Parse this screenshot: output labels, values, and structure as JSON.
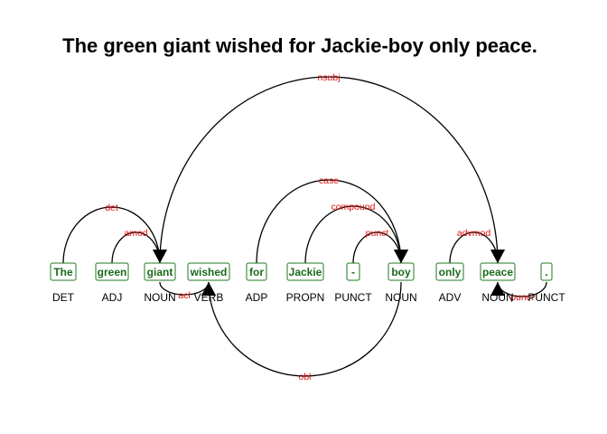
{
  "title": "The green giant wished for Jackie-boy only peace.",
  "tokens": [
    {
      "word": "The",
      "pos": "DET"
    },
    {
      "word": "green",
      "pos": "ADJ"
    },
    {
      "word": "giant",
      "pos": "NOUN"
    },
    {
      "word": "wished",
      "pos": "VERB"
    },
    {
      "word": "for",
      "pos": "ADP"
    },
    {
      "word": "Jackie",
      "pos": "PROPN"
    },
    {
      "word": "-",
      "pos": "PUNCT"
    },
    {
      "word": "boy",
      "pos": "NOUN"
    },
    {
      "word": "only",
      "pos": "ADV"
    },
    {
      "word": "peace",
      "pos": "NOUN"
    },
    {
      "word": ".",
      "pos": "PUNCT"
    }
  ],
  "arcs": [
    {
      "label": "nsubj",
      "from": 2,
      "to": 9,
      "side": "above"
    },
    {
      "label": "det",
      "from": 0,
      "to": 2,
      "side": "above"
    },
    {
      "label": "amod",
      "from": 1,
      "to": 2,
      "side": "above"
    },
    {
      "label": "case",
      "from": 4,
      "to": 7,
      "side": "above"
    },
    {
      "label": "compound",
      "from": 5,
      "to": 7,
      "side": "above"
    },
    {
      "label": "punct",
      "from": 6,
      "to": 7,
      "side": "above"
    },
    {
      "label": "advmod",
      "from": 8,
      "to": 9,
      "side": "above"
    },
    {
      "label": "acl",
      "from": 2,
      "to": 3,
      "side": "below"
    },
    {
      "label": "obl",
      "from": 7,
      "to": 3,
      "side": "below"
    },
    {
      "label": "punct",
      "from": 10,
      "to": 9,
      "side": "below"
    }
  ]
}
